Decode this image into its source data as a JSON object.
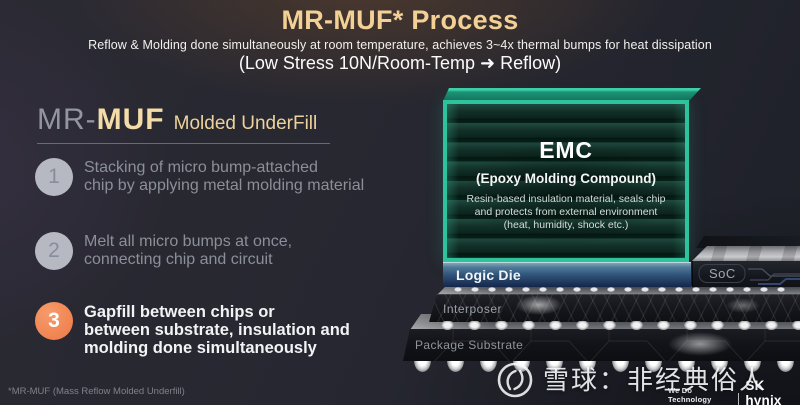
{
  "header": {
    "title": "MR-MUF* Process",
    "subtitle": "Reflow & Molding done simultaneously at room temperature, achieves 3~4x thermal bumps for heat dissipation",
    "tagline": "(Low Stress 10N/Room-Temp ➜ Reflow)"
  },
  "intro": {
    "prefix": "MR-",
    "acronym": "MUF",
    "expansion": "Molded UnderFill"
  },
  "steps": [
    {
      "num": "1",
      "text": "Stacking of micro bump-attached\nchip by applying metal molding material"
    },
    {
      "num": "2",
      "text": "Melt all micro bumps at once,\nconnecting chip and circuit"
    },
    {
      "num": "3",
      "text": "Gapfill between chips or\nbetween substrate, insulation and\nmolding done simultaneously"
    }
  ],
  "footnote": "*MR-MUF (Mass Reflow Molded Underfill)",
  "diagram": {
    "emc": {
      "title": "EMC",
      "subtitle": "(Epoxy Molding Compound)",
      "description": "Resin-based insulation material, seals chip\nand protects from external environment\n(heat, humidity, shock etc.)"
    },
    "logic_die_label": "Logic Die",
    "soc_label": "SoC",
    "interposer_label": "Interposer",
    "package_substrate_label": "Package Substrate"
  },
  "watermark": {
    "text": "雪球：非经典俗人",
    "brand_tagline": "We Do Technology",
    "brand": "SK hynix"
  },
  "colors": {
    "accent_gold": "#f2d096",
    "accent_teal": "#2ec39c",
    "accent_orange": "#ee7a44",
    "logic_die_blue": "#32557c"
  }
}
